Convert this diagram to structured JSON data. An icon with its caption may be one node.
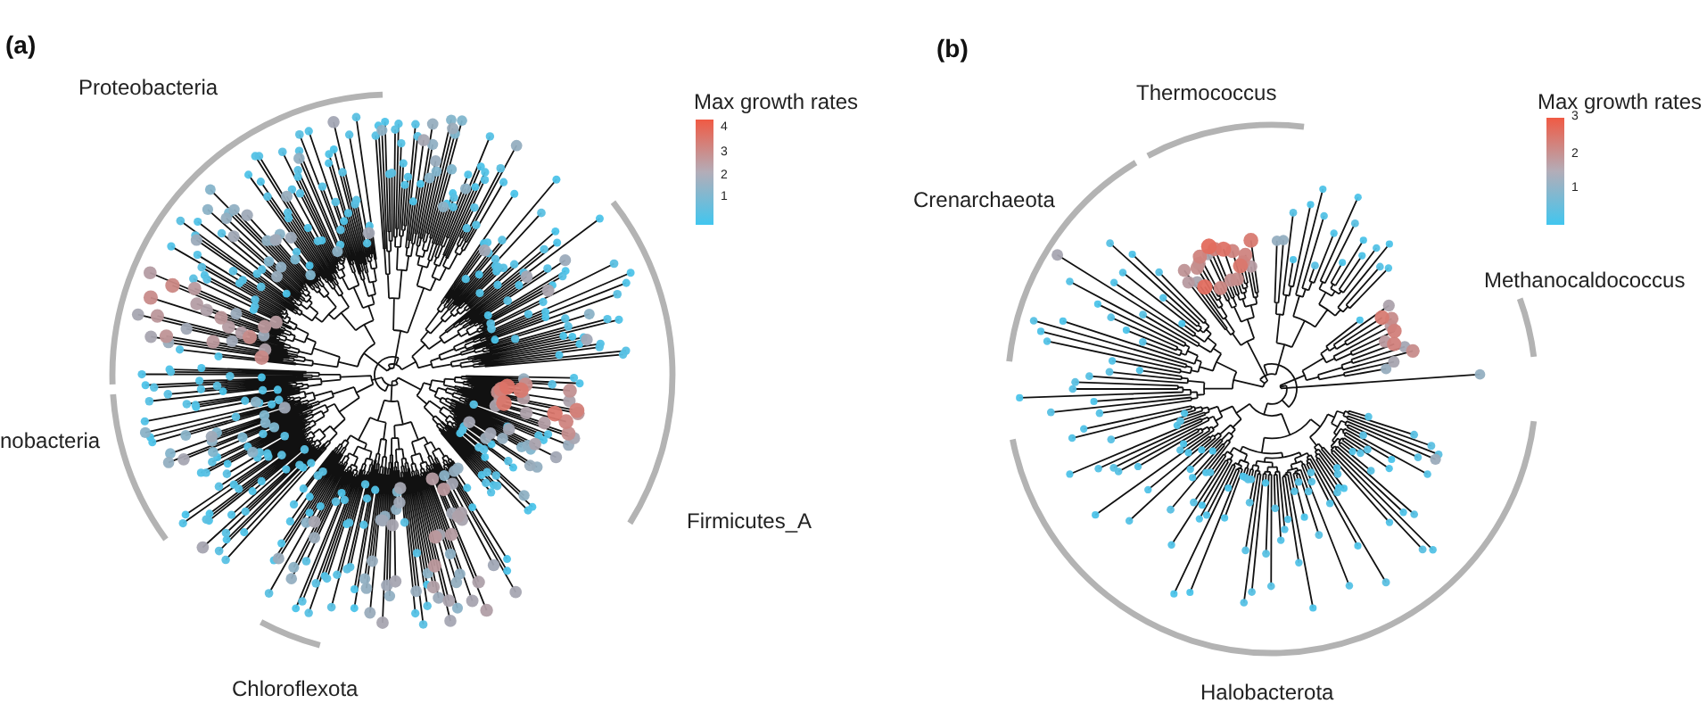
{
  "diagram": {
    "labels": [
      "(a)",
      "Proteobacteria",
      "Max growth rates",
      "4",
      "3",
      "2",
      "1",
      "nobacteria",
      "Firmicutes_A",
      "Chloroflexota",
      "(b)",
      "Thermococcus",
      "Max growth rates",
      "3",
      "2",
      "1",
      "Crenarchaeota",
      "Methanocaldococcus",
      "Halobacterota"
    ]
  }
}
